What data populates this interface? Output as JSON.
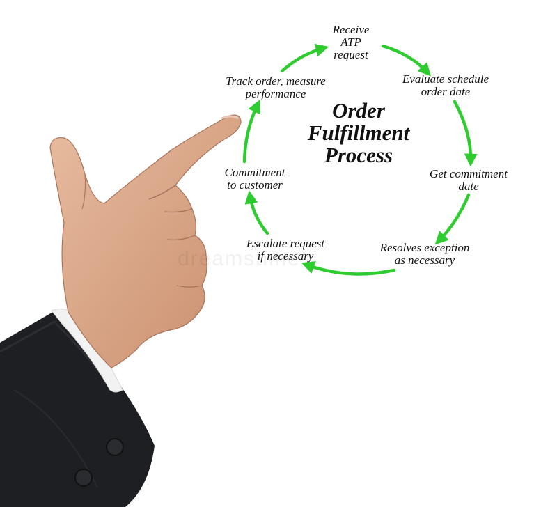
{
  "diagram": {
    "title_lines": [
      "Order",
      "Fulfillment",
      "Process"
    ],
    "steps": [
      {
        "id": "receive",
        "lines": [
          "Receive",
          "ATP",
          "request"
        ]
      },
      {
        "id": "evaluate",
        "lines": [
          "Evaluate schedule",
          "order date"
        ]
      },
      {
        "id": "commitment-date",
        "lines": [
          "Get commitment",
          "date"
        ]
      },
      {
        "id": "resolves",
        "lines": [
          "Resolves exception",
          "as necessary"
        ]
      },
      {
        "id": "escalate",
        "lines": [
          "Escalate  request",
          "if necessary"
        ]
      },
      {
        "id": "commitment-customer",
        "lines": [
          "Commitment",
          "to customer"
        ]
      },
      {
        "id": "track",
        "lines": [
          "Track order, measure",
          "performance"
        ]
      }
    ],
    "arrow_color": "#2ecc2e",
    "watermark": "dreamstime"
  },
  "photo": {
    "subject": "hand-pointing",
    "sleeve_color": "#1e1f22",
    "skin_color": "#d9a78a"
  }
}
